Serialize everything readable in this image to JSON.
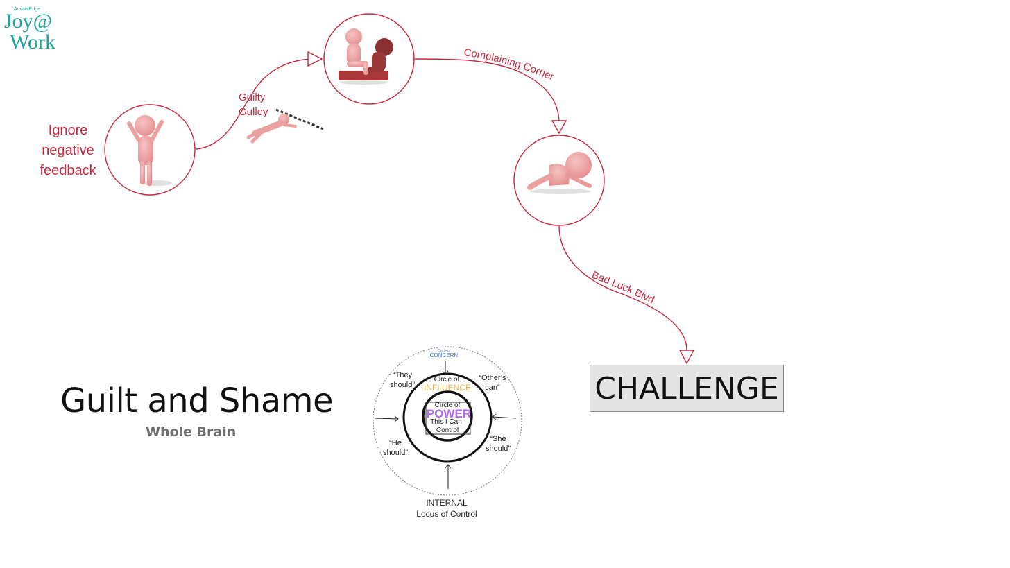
{
  "logo": {
    "small": "AdvantEdge",
    "line1": "Joy@",
    "line2": "Work"
  },
  "path": {
    "ignore_label": [
      "Ignore",
      "negative",
      "feedback"
    ],
    "guilty_label": [
      "Guilty",
      "Gulley"
    ],
    "complaining_label": "Complaining Corner",
    "badluck_label": "Bad Luck Blvd"
  },
  "challenge": "CHALLENGE",
  "title": "Guilt and Shame",
  "subtitle": "Whole Brain",
  "locus": {
    "concern_small": "Circle of",
    "concern": "CONCERN",
    "influence_small": "Circle of",
    "influence": "INFLUENCE",
    "power_small": "Circle of",
    "power": "POWER",
    "control": [
      "This I Can",
      "Control"
    ],
    "they": [
      "“They",
      "should”"
    ],
    "others": [
      "“Other’s",
      "can”"
    ],
    "he": [
      "“He",
      "should”"
    ],
    "she": [
      "“She",
      "should”"
    ],
    "caption": [
      "INTERNAL",
      "Locus of Control"
    ]
  },
  "colors": {
    "accent": "#c8293f",
    "teal": "#1aa39a",
    "figure": "#f0a3a3",
    "power": "#b06be8",
    "influence": "#e9b04a",
    "concern": "#4c7fc4"
  }
}
